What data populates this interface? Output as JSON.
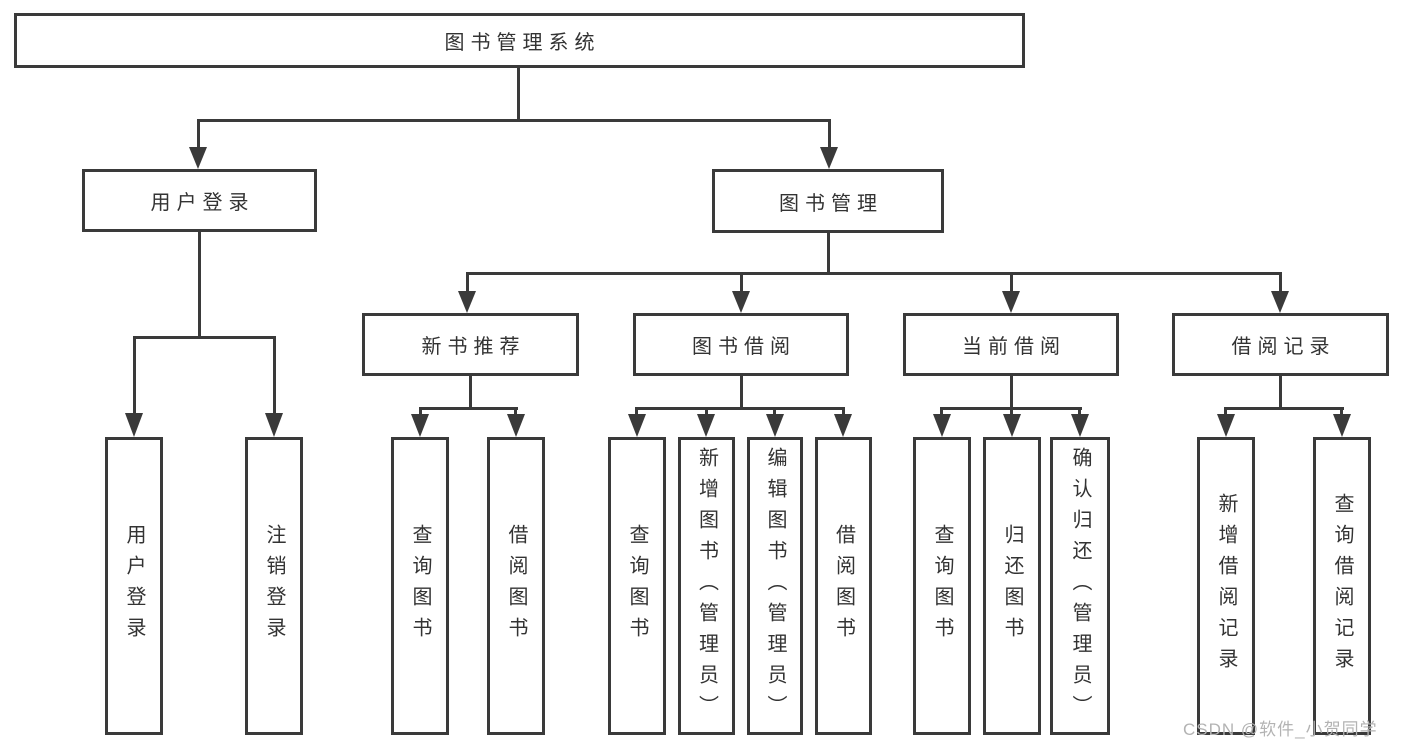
{
  "colors": {
    "line": "#3a3a3a",
    "text": "#333333",
    "watermark": "#b3b3b3",
    "background": "#ffffff"
  },
  "diagram": {
    "type": "hierarchy-tree",
    "root": {
      "label": "图书管理系统"
    },
    "branches": [
      {
        "label": "用户登录",
        "children": [
          {
            "label": "用户登录"
          },
          {
            "label": "注销登录"
          }
        ]
      },
      {
        "label": "图书管理",
        "children": [
          {
            "label": "新书推荐",
            "children": [
              {
                "label": "查询图书"
              },
              {
                "label": "借阅图书"
              }
            ]
          },
          {
            "label": "图书借阅",
            "children": [
              {
                "label": "查询图书"
              },
              {
                "label": "新增图书（管理员）"
              },
              {
                "label": "编辑图书（管理员）"
              },
              {
                "label": "借阅图书"
              }
            ]
          },
          {
            "label": "当前借阅",
            "children": [
              {
                "label": "查询图书"
              },
              {
                "label": "归还图书"
              },
              {
                "label": "确认归还（管理员）"
              }
            ]
          },
          {
            "label": "借阅记录",
            "children": [
              {
                "label": "新增借阅记录"
              },
              {
                "label": "查询借阅记录"
              }
            ]
          }
        ]
      }
    ]
  },
  "watermark": {
    "text": "CSDN @软件_小贺同学"
  }
}
